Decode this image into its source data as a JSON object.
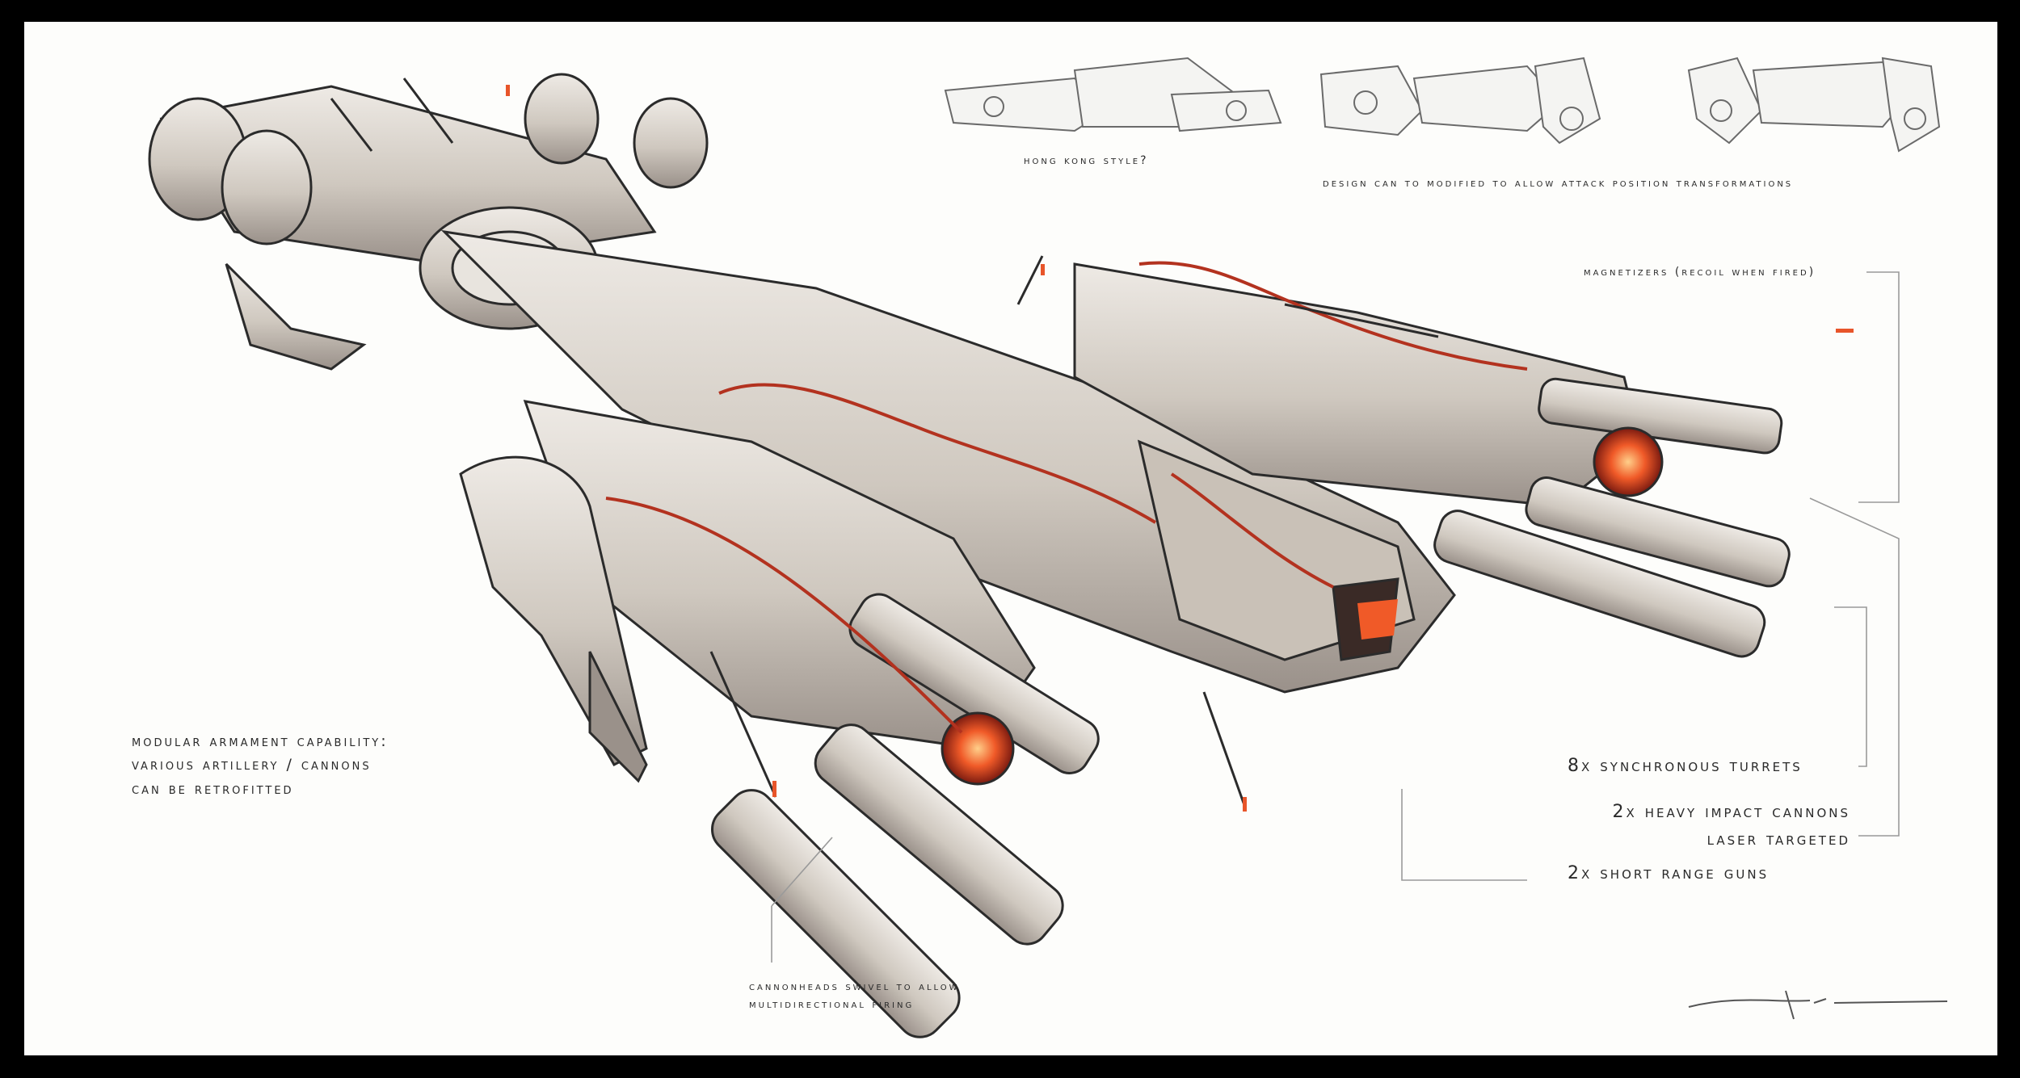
{
  "labels": {
    "hong_kong": "HONG KONG STYLE?",
    "design_mod": "DESIGN CAN TO MODIFIED TO ALLOW ATTACK POSITION TRANSFORMATIONS",
    "magnetizers": "MAGNETIZERS (RECOIL WHEN FIRED)",
    "modular": [
      "MODULAR ARMAMENT CAPABILITY:",
      "VARIOUS ARTILLERY / CANNONS",
      "CAN BE RETROFITTED"
    ],
    "turrets": "8x Synchronous Turrets",
    "heavy_cannons": [
      "2x Heavy Impact Cannons",
      "Laser Targeted"
    ],
    "short_guns": "2x Short Range Guns",
    "cannonheads": [
      "Cannonheads swivel to allow",
      "multidirectional firing"
    ]
  },
  "colors": {
    "frame": "#000000",
    "paper": "#fdfdfb",
    "hull": "#d8d2ca",
    "hull_dark": "#8f8780",
    "ink": "#2b2b2b",
    "accent_red": "#b3321f",
    "glow": "#f05a28"
  }
}
